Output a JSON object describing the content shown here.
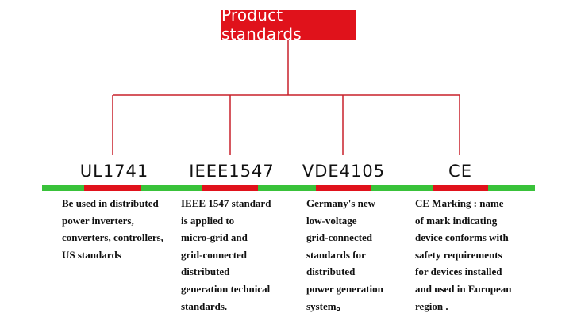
{
  "title": "Product standards",
  "colors": {
    "accent_red": "#e0121b",
    "accent_green": "#39c23a",
    "connector": "#c8202a"
  },
  "standards": [
    {
      "label": "UL1741",
      "description": "Be used in distributed\npower inverters,\nconverters, controllers,\nUS standards"
    },
    {
      "label": "IEEE1547",
      "description": "IEEE 1547 standard\nis applied to\nmicro-grid and\ngrid-connected\ndistributed\ngeneration technical\nstandards."
    },
    {
      "label": "VDE4105",
      "description": "Germany's new\nlow-voltage\ngrid-connected\nstandards for\ndistributed\npower generation\nsystem。"
    },
    {
      "label": "CE",
      "description": "CE Marking : name\nof mark indicating\ndevice conforms with\nsafety requirements\nfor devices installed\nand used in European\nregion ."
    }
  ]
}
